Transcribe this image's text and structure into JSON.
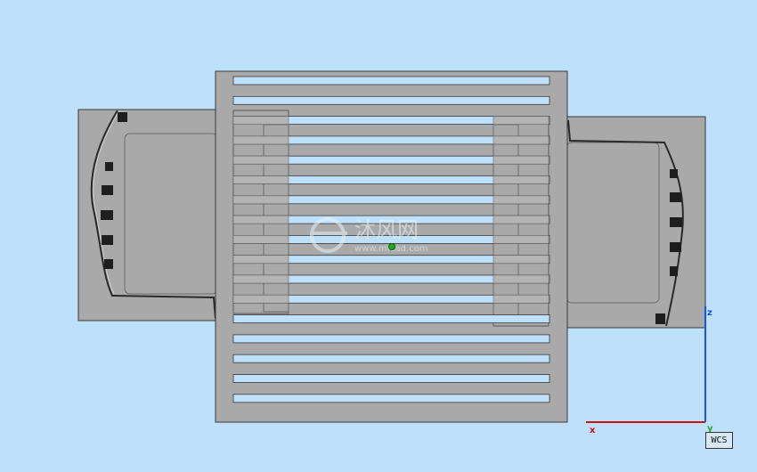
{
  "viewport": {
    "background": "#bfe0fa",
    "part_fill": "#a9a9a9",
    "part_stroke": "#3a3a3a",
    "slot_fill": "#bfe0fa",
    "marker_fill": "#1e1e1e"
  },
  "triad": {
    "x_label": "x",
    "y_label": "y",
    "z_label": "z",
    "x_color": "#cc1111",
    "y_color": "#22aa22",
    "z_color": "#1155ee",
    "wcs_label": "WCS"
  },
  "watermark": {
    "title": "沐风网",
    "url": "www.mfcad.com"
  }
}
